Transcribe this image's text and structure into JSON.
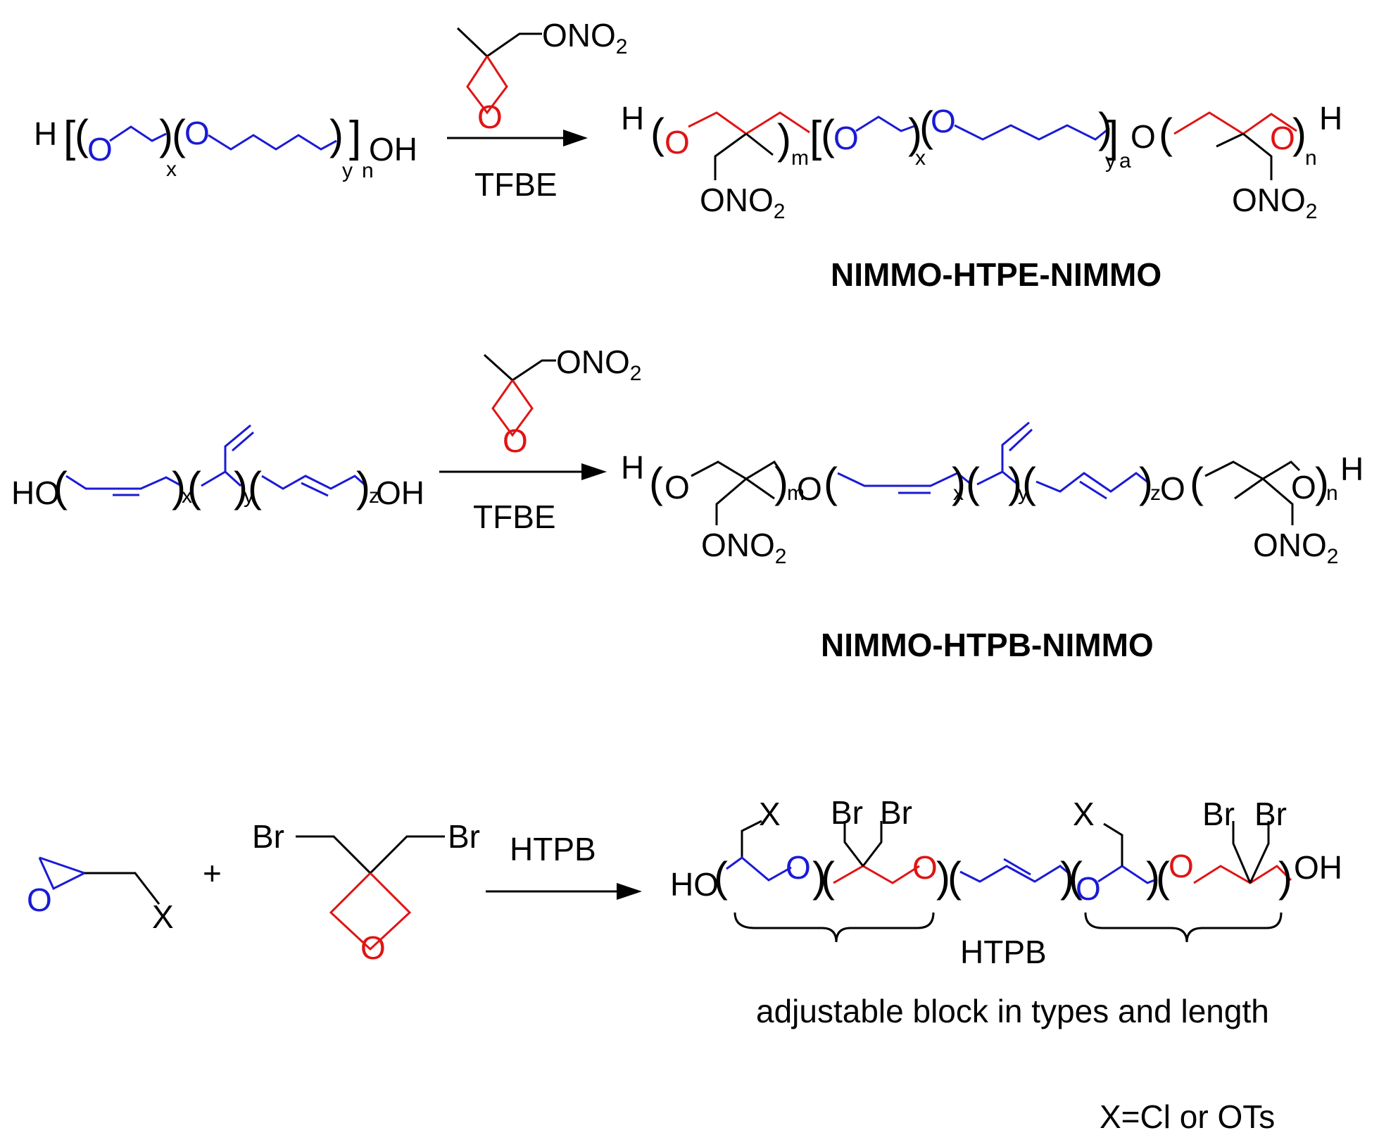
{
  "reaction1": {
    "reagent": "TFBE",
    "product_name": "NIMMO-HTPE-NIMMO"
  },
  "reaction2": {
    "reagent": "TFBE",
    "product_name": "NIMMO-HTPB-NIMMO"
  },
  "reaction3": {
    "reagent": "HTPB",
    "plus": "+",
    "brace_label": "HTPB",
    "caption": "adjustable block in types and length",
    "footnote": "X=Cl or OTs"
  },
  "labels": {
    "H": "H",
    "OH": "OH",
    "HO": "HO",
    "O": "O",
    "ONO2": "ONO",
    "sub2": "2",
    "Br": "Br",
    "X": "X",
    "x": "x",
    "y": "y",
    "z": "z",
    "n": "n",
    "m": "m",
    "a": "a"
  },
  "colors": {
    "ether_blue": "#1a1ad6",
    "oxetane_red": "#e01414",
    "black": "#000000"
  }
}
